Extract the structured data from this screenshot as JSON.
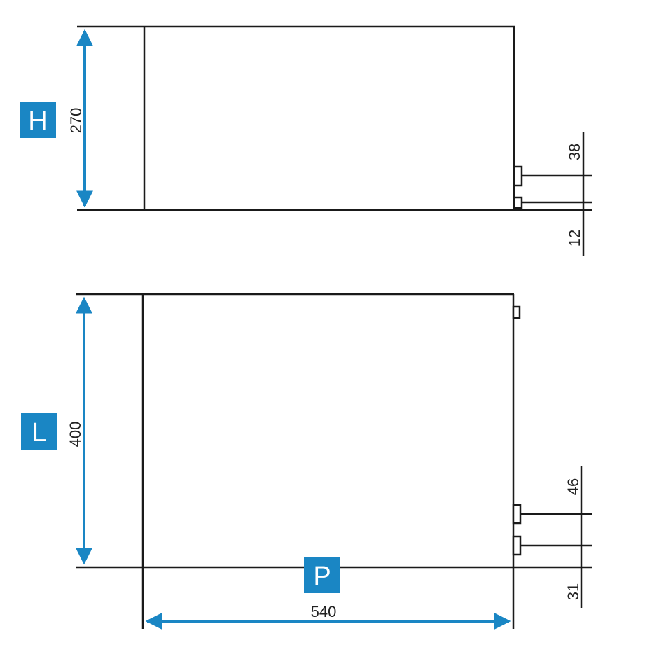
{
  "colors": {
    "accent": "#1a86c4",
    "line": "#1a1a1a"
  },
  "top_view": {
    "label": "H",
    "height_dim": "270",
    "connector_dim_top": "38",
    "connector_dim_bottom": "12"
  },
  "bottom_view": {
    "label_length": "L",
    "length_dim": "400",
    "label_depth": "P",
    "depth_dim": "540",
    "connector_dim_top": "46",
    "connector_dim_bottom": "31"
  }
}
